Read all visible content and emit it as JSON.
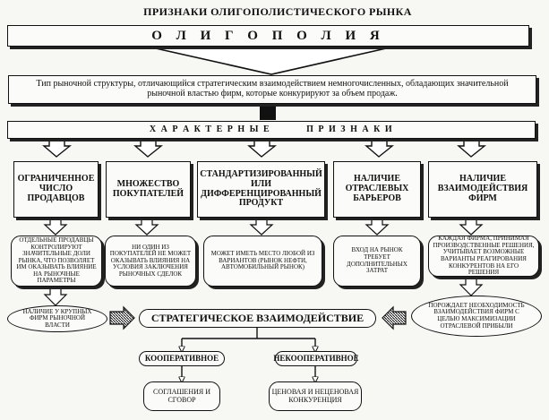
{
  "title": "ПРИЗНАКИ ОЛИГОПОЛИСТИЧЕСКОГО РЫНКА",
  "oligopoly": "О Л И Г О П О Л И Я",
  "definition": "Тип рыночной структуры, отличающийся стратегическим взаимодействием немногочисленных, обладающих значительной рыночной властью фирм, которые конкурируют за объем продаж.",
  "characteristics_header": "Х А Р А К Т Е Р Н Ы Е          П Р И З Н А К И",
  "features": [
    "ОГРАНИЧЕННОЕ ЧИСЛО ПРОДАВЦОВ",
    "МНОЖЕСТВО ПОКУПАТЕЛЕЙ",
    "СТАНДАРТИЗИРОВАННЫЙ ИЛИ ДИФФЕРЕНЦИРОВАННЫЙ ПРОДУКТ",
    "НАЛИЧИЕ ОТРАСЛЕВЫХ БАРЬЕРОВ",
    "НАЛИЧИЕ ВЗАИМОДЕЙСТВИЯ ФИРМ"
  ],
  "details": [
    "ОТДЕЛЬНЫЕ ПРОДАВЦЫ КОНТРОЛИРУЮТ ЗНАЧИТЕЛЬНЫЕ ДОЛИ РЫНКА, ЧТО ПОЗВОЛЯЕТ ИМ ОКАЗЫВАТЬ ВЛИЯНИЕ НА РЫНОЧНЫЕ ПАРАМЕТРЫ",
    "НИ ОДИН ИЗ ПОКУПАТЕЛЕЙ НЕ МОЖЕТ ОКАЗЫВАТЬ ВЛИЯНИЯ НА УСЛОВИЯ ЗАКЛЮЧЕНИЯ РЫНОЧНЫХ СДЕЛОК",
    "МОЖЕТ ИМЕТЬ МЕСТО ЛЮБОЙ ИЗ ВАРИАНТОВ (РЫНОК НЕФТИ, АВТОМОБИЛЬНЫЙ РЫНОК)",
    "ВХОД НА РЫНОК ТРЕБУЕТ ДОПОЛНИТЕЛЬНЫХ ЗАТРАТ",
    "КАЖДАЯ ФИРМА, ПРИНИМАЯ ПРОИЗВОДСТВЕННЫЕ РЕШЕНИЯ, УЧИТЫВАЕТ ВОЗМОЖНЫЕ ВАРИАНТЫ РЕАГИРОВАНИЯ КОНКУРЕНТОВ НА ЕГО РЕШЕНИЯ"
  ],
  "left_result": "НАЛИЧИЕ У КРУПНЫХ ФИРМ РЫНОЧНОЙ ВЛАСТИ",
  "right_result": "ПОРОЖДАЕТ НЕОБХОДИМОСТЬ ВЗАИМОДЕЙСТВИЯ ФИРМ С ЦЕЛЬЮ МАКСИМИЗАЦИИ ОТРАСЛЕВОЙ ПРИБЫЛИ",
  "strategic": "СТРАТЕГИЧЕСКОЕ ВЗАИМОДЕЙСТВИЕ",
  "cooperative": "КООПЕРАТИВНОЕ",
  "noncooperative": "НЕКООПЕРАТИВНОЕ",
  "cooperative_result": "СОГЛАШЕНИЯ И СГОВОР",
  "noncooperative_result": "ЦЕНОВАЯ И НЕЦЕНОВАЯ КОНКУРЕНЦИЯ"
}
